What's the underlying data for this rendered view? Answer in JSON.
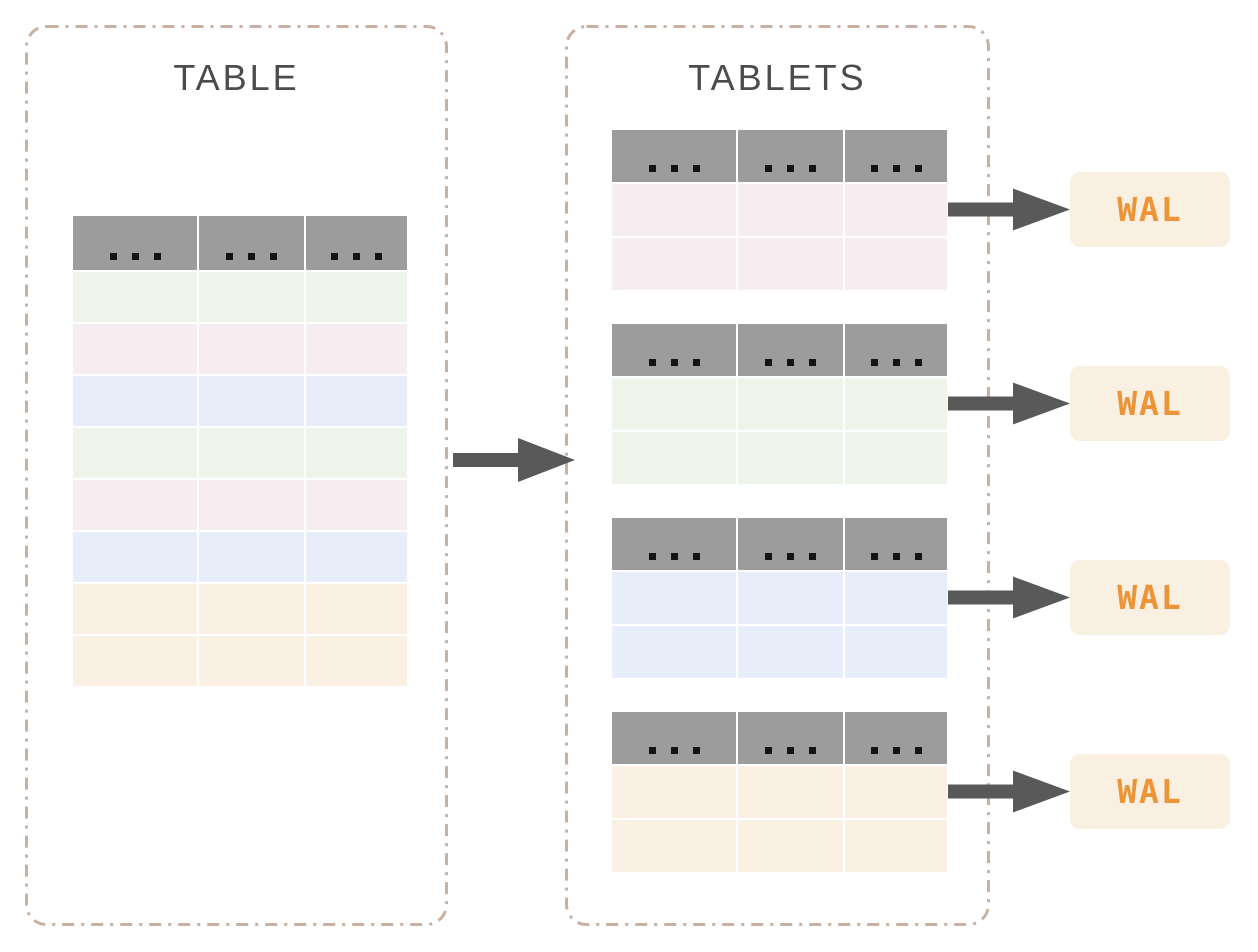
{
  "diagram": {
    "left_panel": {
      "title": "TABLE",
      "table": {
        "header_cells": 3,
        "header_dots_per_cell": 3,
        "rows": [
          "green",
          "pink",
          "blue",
          "green",
          "pink",
          "blue",
          "cream",
          "cream"
        ]
      }
    },
    "right_panel": {
      "title": "TABLETS",
      "tablets": [
        {
          "color": "pink",
          "rows": 2,
          "wal_label": "WAL"
        },
        {
          "color": "green",
          "rows": 2,
          "wal_label": "WAL"
        },
        {
          "color": "blue",
          "rows": 2,
          "wal_label": "WAL"
        },
        {
          "color": "cream",
          "rows": 2,
          "wal_label": "WAL"
        }
      ]
    },
    "colors": {
      "panel_border": "#c9b1a1",
      "title_text": "#4c4c4c",
      "table_header": "#9c9c9c",
      "header_dot": "#141414",
      "row_pink": "#f5edf0",
      "row_green": "#eff4eb",
      "row_blue": "#e7eef9",
      "row_cream": "#faf1e4",
      "arrow": "#595959",
      "wal_background": "#faf0e2",
      "wal_text": "#ed9338"
    }
  }
}
